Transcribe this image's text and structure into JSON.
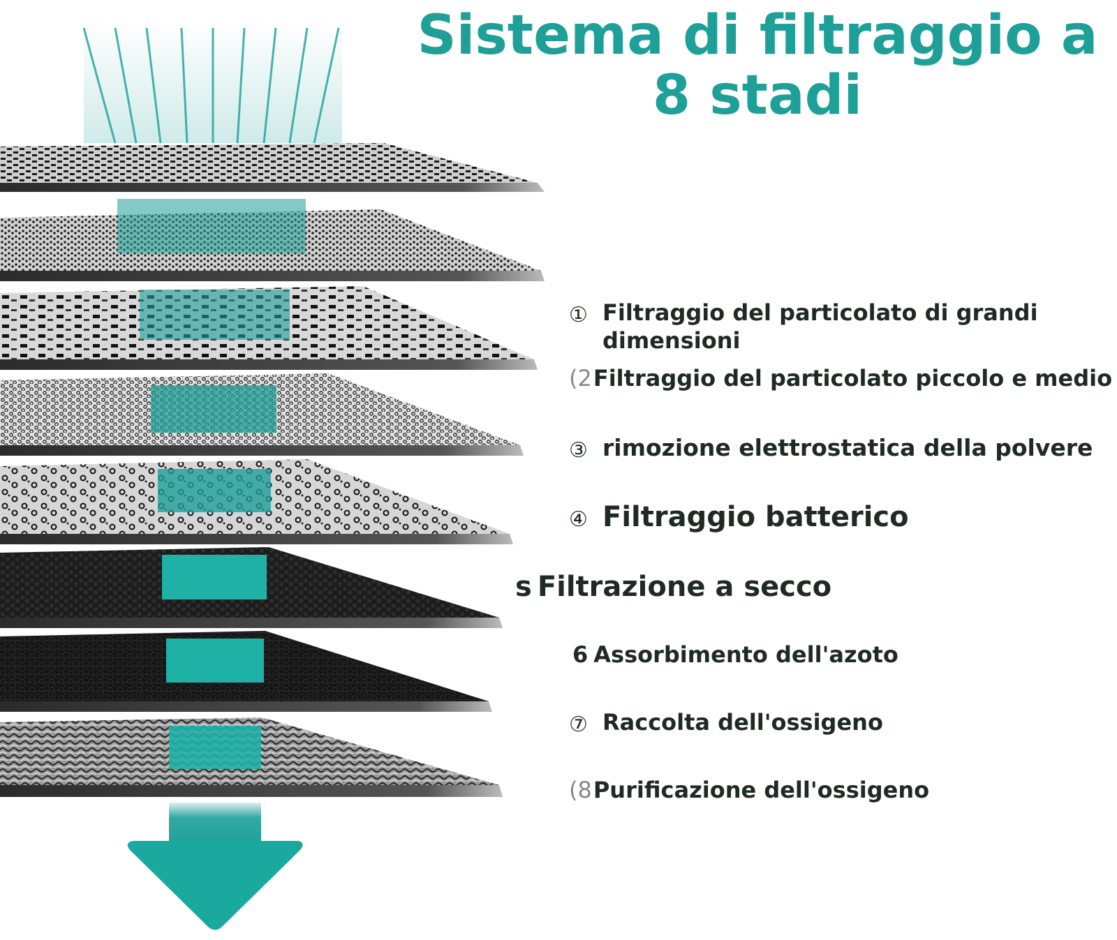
{
  "title": "Sistema di filtraggio a 8 stadi",
  "colors": {
    "accent": "#1e9f98",
    "text": "#1f2a22",
    "layer_dark": "#1a1a1a",
    "layer_light": "#d9d9d9"
  },
  "stages": [
    {
      "marker": "①",
      "label": "Filtraggio del particolato di grandi dimensioni"
    },
    {
      "marker": "(2",
      "label": "Filtraggio del particolato piccolo e medio"
    },
    {
      "marker": "③",
      "label": "rimozione elettrostatica della polvere"
    },
    {
      "marker": "④",
      "label": "Filtraggio batterico"
    },
    {
      "marker": "s",
      "label": "Filtrazione a secco"
    },
    {
      "marker": "6",
      "label": "Assorbimento dell'azoto"
    },
    {
      "marker": "⑦",
      "label": "Raccolta dell'ossigeno"
    },
    {
      "marker": "(8",
      "label": "Purificazione dell'ossigeno"
    }
  ],
  "icons": {
    "airflow_in": "airflow-lines-icon",
    "airflow_out": "down-arrow-icon"
  }
}
